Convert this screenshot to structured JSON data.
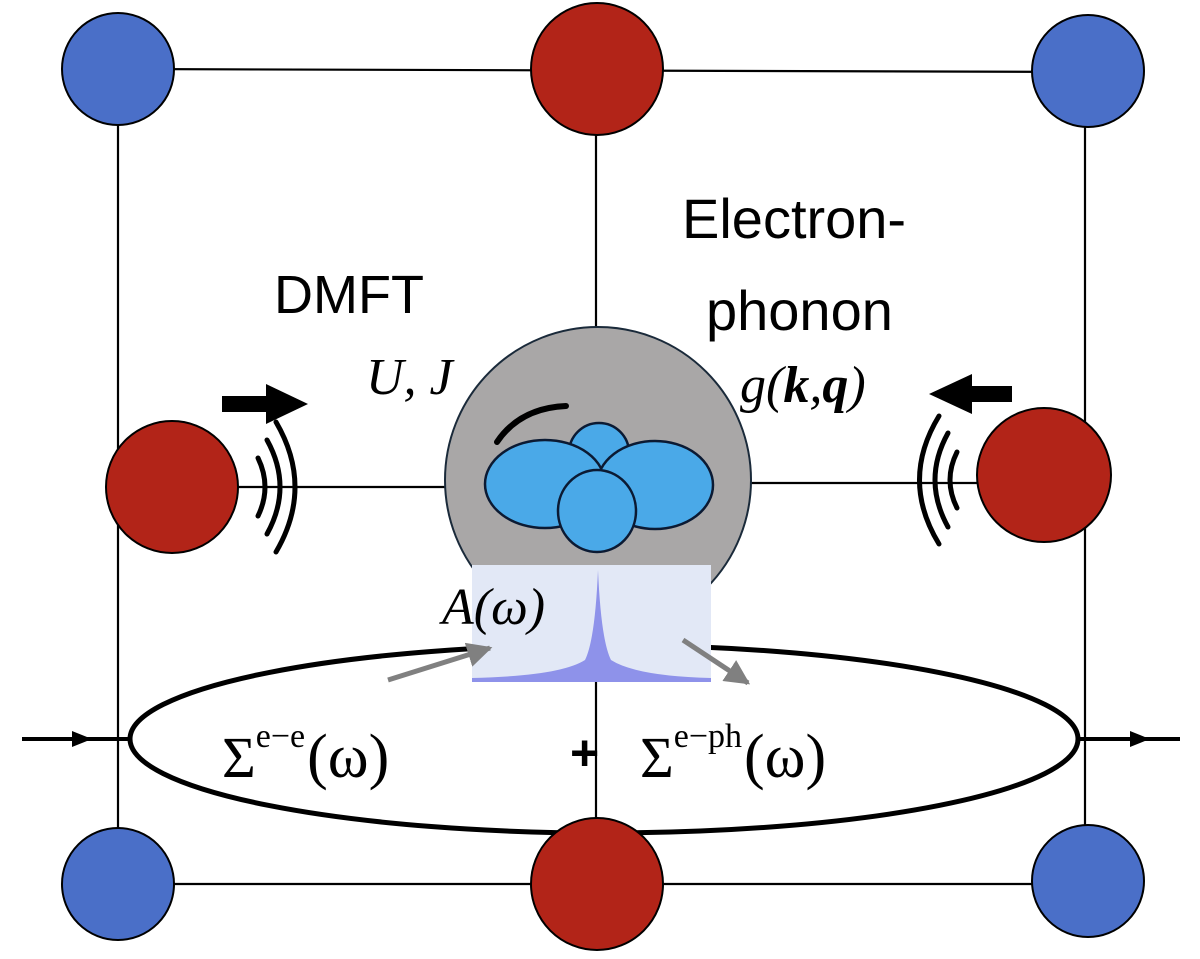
{
  "labels": {
    "dmft": "DMFT",
    "dmft_params": "U, J",
    "eph_line1": "Electron-",
    "eph_line2": "phonon",
    "eph_coupling": {
      "fn": "g(",
      "k": "k",
      "comma": ",",
      "q": "q",
      "close": ")"
    },
    "spectral": "A(ω)",
    "sigma_ee": {
      "symbol": "Σ",
      "sup": "e−e",
      "arg": "(ω)"
    },
    "plus": "+",
    "sigma_eph": {
      "symbol": "Σ",
      "sup": "e−ph",
      "arg": "(ω)"
    }
  },
  "colors": {
    "red_atom": "#b22418",
    "blue_atom": "#4a6fc8",
    "orbital": "#4aa9e8",
    "impurity": "#a9a7a7",
    "spectral_bg": "#e2e8f6",
    "spectral_peak": "#8e92ea",
    "pointer": "#808080",
    "line": "#000000"
  }
}
